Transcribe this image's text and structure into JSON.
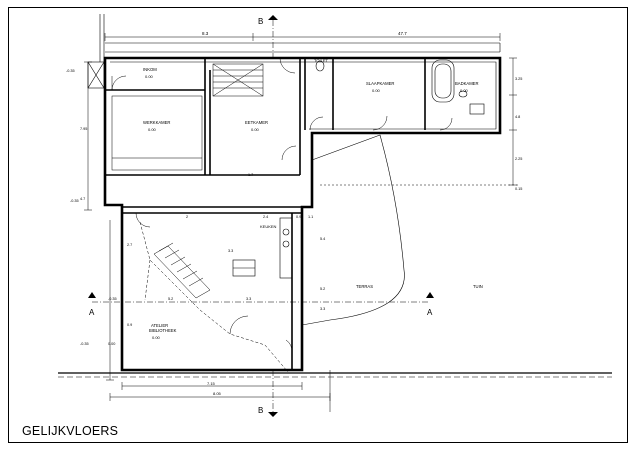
{
  "drawing": {
    "title": "GELIJKVLOERS",
    "section_markers": [
      "A",
      "A",
      "B",
      "B"
    ]
  },
  "rooms": [
    {
      "name": "INKOM",
      "level": "0.00"
    },
    {
      "name": "WERKKAMER",
      "level": "0.00"
    },
    {
      "name": "EETKAMER",
      "level": "0.00"
    },
    {
      "name": "TOILET",
      "level": ""
    },
    {
      "name": "SLAAPKAMER",
      "level": "0.00"
    },
    {
      "name": "BADKAMER",
      "level": "0.00"
    },
    {
      "name": "KEUKEN",
      "level": ""
    },
    {
      "name": "ATELIER",
      "level": "0.00"
    },
    {
      "name": "BIBLIOTHEEK",
      "level": ""
    },
    {
      "name": "TERRAS",
      "level": ""
    },
    {
      "name": "TUIN",
      "level": ""
    }
  ],
  "dimensions": {
    "top": [
      "8.3",
      "47.7"
    ],
    "inner": [
      "2",
      "5.2",
      "2.4",
      "1.1",
      "0.9",
      "3.3",
      "3.3",
      "2.7",
      "5.4",
      "5.2",
      "0.9",
      "1.7",
      "3.3"
    ],
    "bottom": [
      "7.15",
      "8.05"
    ],
    "right": [
      "3.25",
      "4.8",
      "2.25",
      "0.15"
    ],
    "left": [
      "7.95",
      "4.7",
      "-0.35",
      "-0.35",
      "0.15"
    ]
  },
  "levels": [
    "-0.35",
    "-0.35",
    "-0.35",
    "-0.35",
    "0.00"
  ]
}
